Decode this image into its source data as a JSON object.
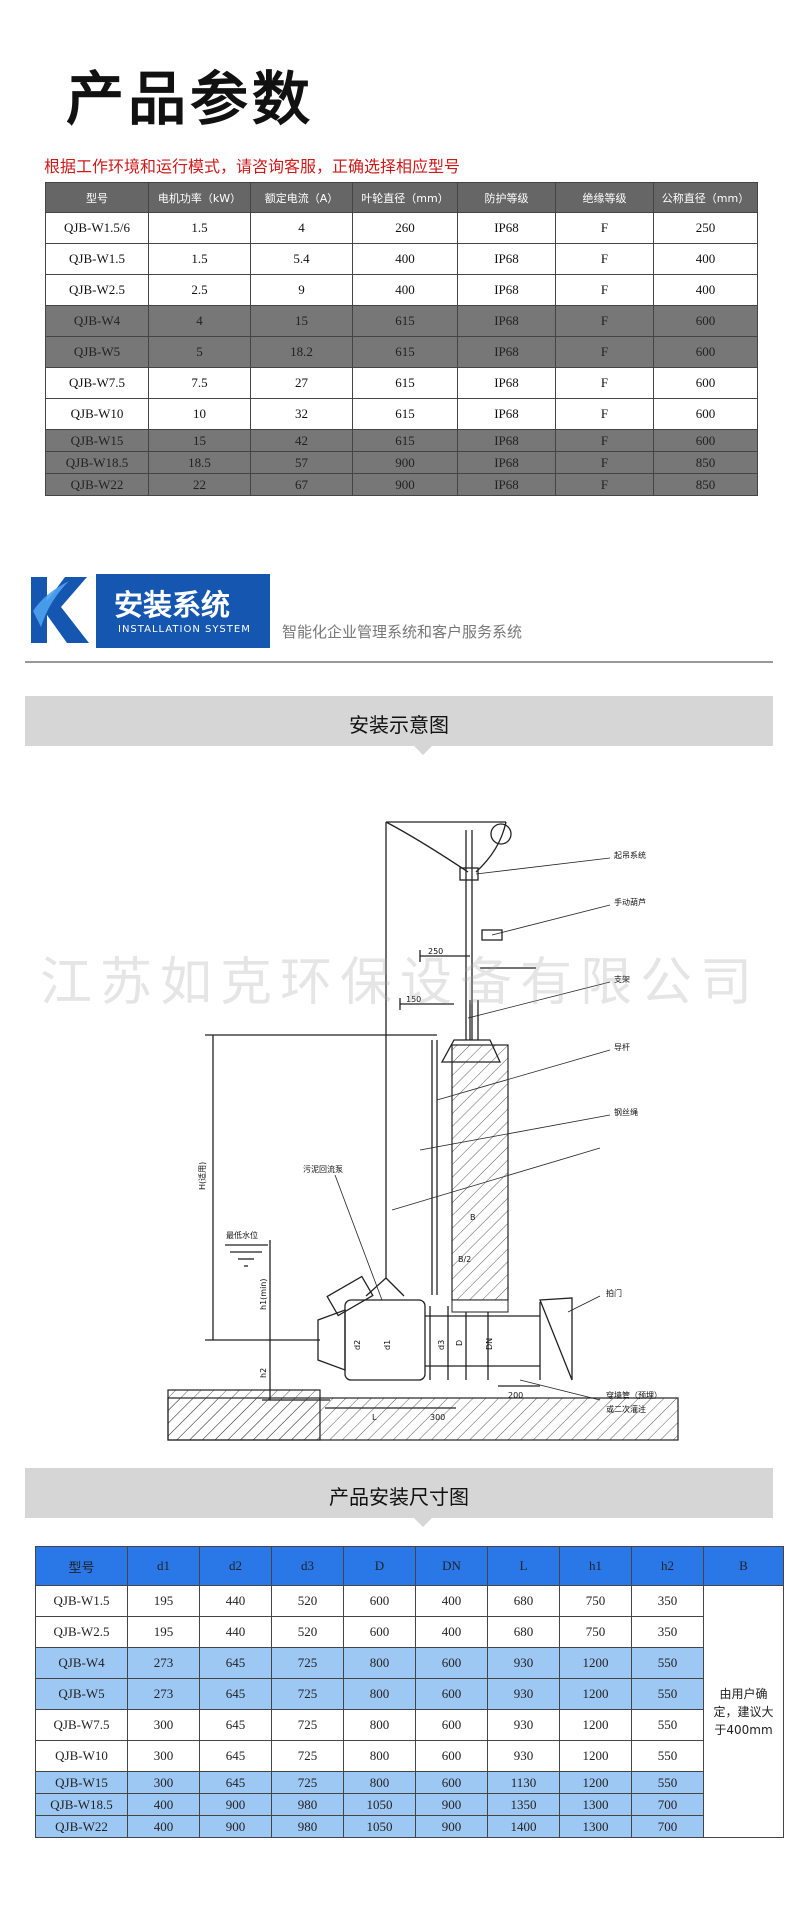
{
  "header": {
    "title": "产品参数",
    "note": "根据工作环境和运行模式，请咨询客服，正确选择相应型号"
  },
  "spec_table": {
    "headers": [
      "型号",
      "电机功率（kW）",
      "额定电流（A）",
      "叶轮直径（mm）",
      "防护等级",
      "绝缘等级",
      "公称直径（mm）"
    ],
    "rows": [
      [
        "QJB-W1.5/6",
        "1.5",
        "4",
        "260",
        "IP68",
        "F",
        "250"
      ],
      [
        "QJB-W1.5",
        "1.5",
        "5.4",
        "400",
        "IP68",
        "F",
        "400"
      ],
      [
        "QJB-W2.5",
        "2.5",
        "9",
        "400",
        "IP68",
        "F",
        "400"
      ],
      [
        "QJB-W4",
        "4",
        "15",
        "615",
        "IP68",
        "F",
        "600"
      ],
      [
        "QJB-W5",
        "5",
        "18.2",
        "615",
        "IP68",
        "F",
        "600"
      ],
      [
        "QJB-W7.5",
        "7.5",
        "27",
        "615",
        "IP68",
        "F",
        "600"
      ],
      [
        "QJB-W10",
        "10",
        "32",
        "615",
        "IP68",
        "F",
        "600"
      ],
      [
        "QJB-W15",
        "15",
        "42",
        "615",
        "IP68",
        "F",
        "600"
      ],
      [
        "QJB-W18.5",
        "18.5",
        "57",
        "900",
        "IP68",
        "F",
        "850"
      ],
      [
        "QJB-W22",
        "22",
        "67",
        "900",
        "IP68",
        "F",
        "850"
      ]
    ]
  },
  "install_header": {
    "title": "安装系统",
    "subtitle_en": "INSTALLATION SYSTEM",
    "tagline": "智能化企业管理系统和客户服务系统"
  },
  "diagram_band": {
    "title": "安装示意图"
  },
  "watermark": "江苏如克环保设备有限公司",
  "diagram": {
    "labels": {
      "lift": "起吊系统",
      "hoist": "手动葫芦",
      "bracket": "支架",
      "guide": "导杆",
      "rope": "钢丝绳",
      "sewage": "污泥回流泵",
      "water_level": "最低水位",
      "gate": "拍门",
      "pipe": "穿墙管（预埋）",
      "pour": "或二次灌注",
      "H": "H(适用)",
      "h1": "h1(min)",
      "h2": "h2",
      "B": "B",
      "B2": "B/2",
      "d2": "d2",
      "d1": "d1",
      "d3": "d3",
      "D": "D",
      "DN": "DN",
      "L": "L",
      "n250": "250",
      "n150": "150",
      "n300": "300",
      "n200": "200"
    }
  },
  "dims_band": {
    "title": "产品安装尺寸图"
  },
  "dims_table": {
    "headers": [
      "型号",
      "d1",
      "d2",
      "d3",
      "D",
      "DN",
      "L",
      "h1",
      "h2",
      "B"
    ],
    "rows": [
      [
        "QJB-W1.5",
        "195",
        "440",
        "520",
        "600",
        "400",
        "680",
        "750",
        "350"
      ],
      [
        "QJB-W2.5",
        "195",
        "440",
        "520",
        "600",
        "400",
        "680",
        "750",
        "350"
      ],
      [
        "QJB-W4",
        "273",
        "645",
        "725",
        "800",
        "600",
        "930",
        "1200",
        "550"
      ],
      [
        "QJB-W5",
        "273",
        "645",
        "725",
        "800",
        "600",
        "930",
        "1200",
        "550"
      ],
      [
        "QJB-W7.5",
        "300",
        "645",
        "725",
        "800",
        "600",
        "930",
        "1200",
        "550"
      ],
      [
        "QJB-W10",
        "300",
        "645",
        "725",
        "800",
        "600",
        "930",
        "1200",
        "550"
      ],
      [
        "QJB-W15",
        "300",
        "645",
        "725",
        "800",
        "600",
        "1130",
        "1200",
        "550"
      ],
      [
        "QJB-W18.5",
        "400",
        "900",
        "980",
        "1050",
        "900",
        "1350",
        "1300",
        "700"
      ],
      [
        "QJB-W22",
        "400",
        "900",
        "980",
        "1050",
        "900",
        "1400",
        "1300",
        "700"
      ]
    ],
    "b_note": "由用户确定，建议大于400mm"
  },
  "colors": {
    "note_red": "#cc1a1a",
    "install_blue": "#1556b0",
    "spec_header": "#666666",
    "spec_shaded": "#777777",
    "dims_header": "#2a78e8",
    "dims_shaded": "#9ec8f4",
    "band_gray": "#d6d6d6"
  }
}
